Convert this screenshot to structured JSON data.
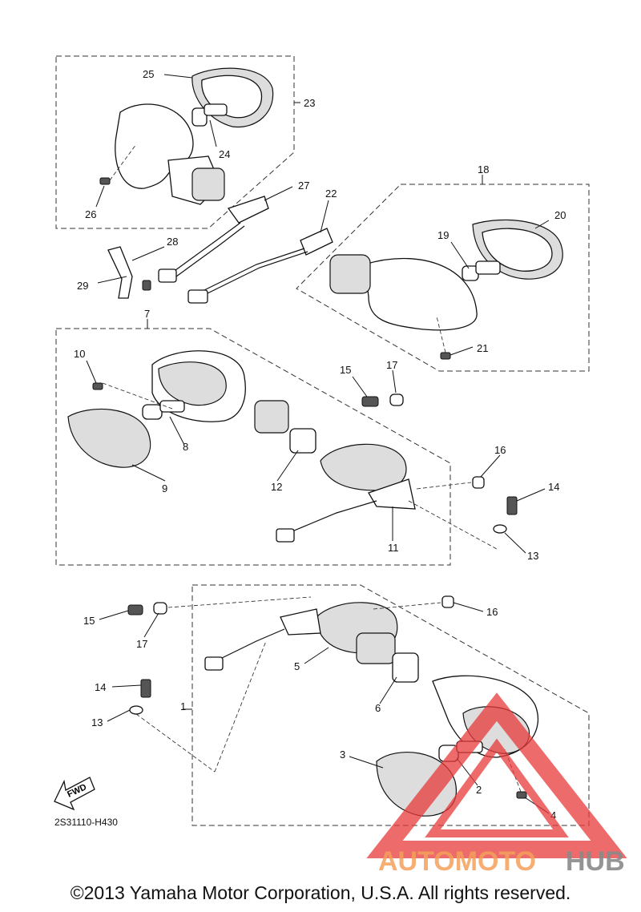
{
  "diagram": {
    "code": "2S31110-H430",
    "fwd_label": "FWD",
    "callouts": [
      "1",
      "2",
      "3",
      "4",
      "5",
      "6",
      "7",
      "8",
      "9",
      "10",
      "11",
      "12",
      "13",
      "14",
      "15",
      "16",
      "17",
      "18",
      "19",
      "20",
      "21",
      "22",
      "23",
      "24",
      "25",
      "26",
      "27",
      "28",
      "29"
    ],
    "second_callouts": {
      "13": "13",
      "14": "14",
      "15": "15",
      "16": "16",
      "17": "17"
    }
  },
  "watermark": {
    "text_part1": "AUTOMOTO",
    "text_part2": "HUB",
    "color1": "#f5a05a",
    "color2": "#8a8a8a",
    "triangle_color": "#e83a3a"
  },
  "footer": {
    "copyright": "©2013 Yamaha Motor Corporation, U.S.A. All rights reserved."
  }
}
